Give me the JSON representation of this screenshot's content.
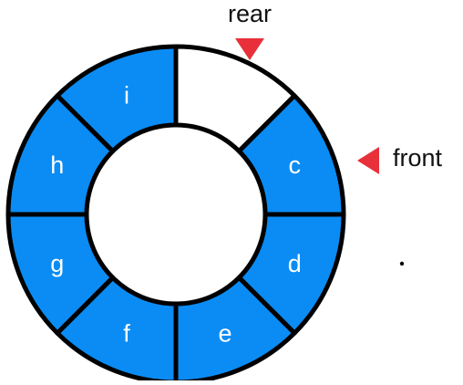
{
  "queue": {
    "slots": [
      {
        "label": "",
        "filled": false
      },
      {
        "label": "c",
        "filled": true
      },
      {
        "label": "d",
        "filled": true
      },
      {
        "label": "e",
        "filled": true
      },
      {
        "label": "f",
        "filled": true
      },
      {
        "label": "g",
        "filled": true
      },
      {
        "label": "h",
        "filled": true
      },
      {
        "label": "i",
        "filled": true
      }
    ],
    "rear_label": "rear",
    "front_label": "front",
    "rear_slot": 0,
    "front_slot": 1
  },
  "colors": {
    "filled": "#0a8cf4",
    "empty": "#ffffff",
    "outline": "#000000",
    "pointer": "#e8303a",
    "text_on_fill": "#ffffff"
  }
}
